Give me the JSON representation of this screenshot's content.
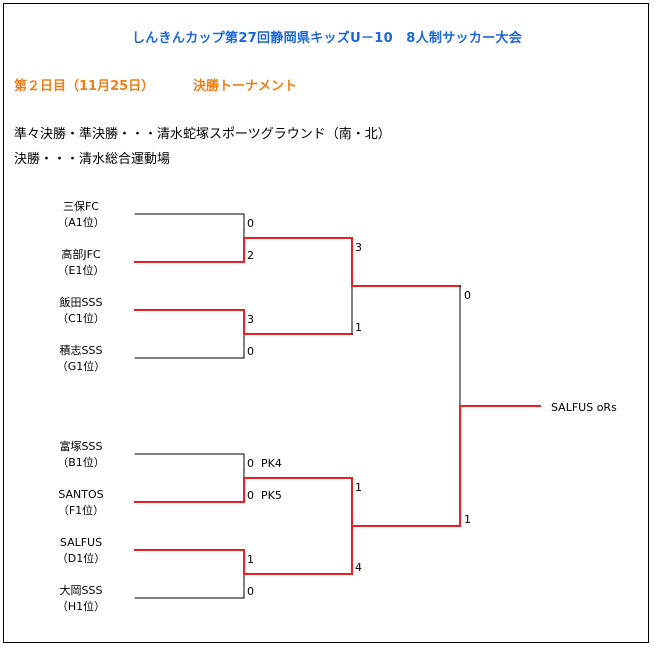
{
  "title": "しんきんカップ第27回静岡県キッズU－10　8人制サッカー大会",
  "subtitle": {
    "day": "第２日目（11月25日）",
    "stage": "決勝トーナメント"
  },
  "venues": [
    "準々決勝・準決勝・・・清水蛇塚スポーツグラウンド（南・北）",
    "決勝・・・清水総合運動場"
  ],
  "teams": [
    {
      "name": "三保FC",
      "seed": "（A1位）"
    },
    {
      "name": "高部JFC",
      "seed": "（E1位）"
    },
    {
      "name": "飯田SSS",
      "seed": "（C1位）"
    },
    {
      "name": "積志SSS",
      "seed": "（G1位）"
    },
    {
      "name": "富塚SSS",
      "seed": "（B1位）"
    },
    {
      "name": "SANTOS",
      "seed": "（F1位）"
    },
    {
      "name": "SALFUS",
      "seed": "（D1位）"
    },
    {
      "name": "大岡SSS",
      "seed": "（H1位）"
    }
  ],
  "scores": {
    "qf1": [
      "0",
      "2"
    ],
    "qf2": [
      "3",
      "0"
    ],
    "qf3": [
      "0",
      "0"
    ],
    "qf3_pk": [
      "PK4",
      "PK5"
    ],
    "qf4": [
      "1",
      "0"
    ],
    "sf1": [
      "3",
      "1"
    ],
    "sf2": [
      "1",
      "4"
    ],
    "final": [
      "0",
      "1"
    ]
  },
  "winner": "SALFUS oRs",
  "colors": {
    "title": "#1E66D8",
    "subtitle": "#E8811E",
    "win_line": "#E8202A",
    "line": "#000000"
  }
}
